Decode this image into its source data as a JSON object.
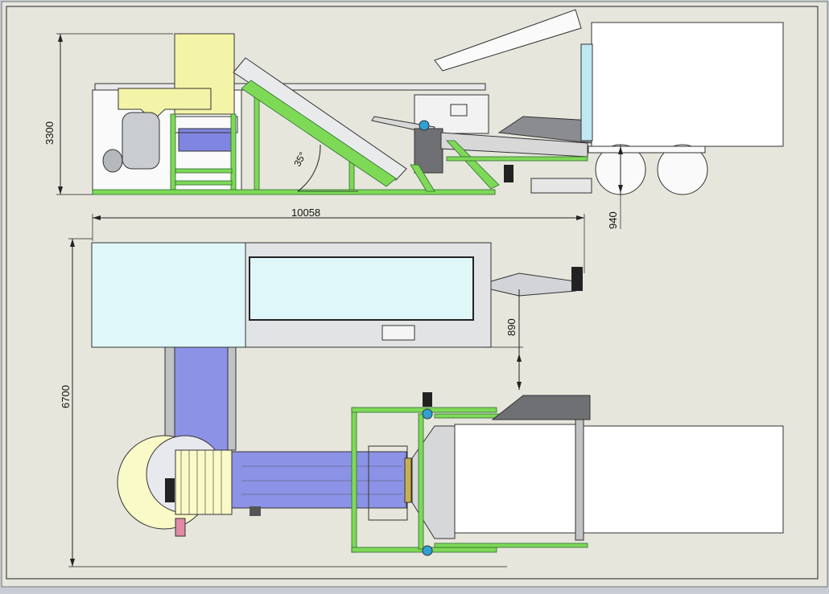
{
  "drawing": {
    "dimensions": {
      "height_side": "3300",
      "angle": "35°",
      "length_total": "10058",
      "wheel_height": "940",
      "gap_plan": "890",
      "width_plan": "6700"
    }
  },
  "colors": {
    "paper": "#e6e6dd",
    "frame_green": "#7ed957",
    "frame_dark": "#2c6b2c",
    "hopper_yellow": "#f4f4a8",
    "tank_cyan": "#dff7f9",
    "belt_blue": "#8c92e6",
    "trailer_white": "#ffffff",
    "steel_grey": "#c0c2c4",
    "dark_grey": "#6e7073",
    "pale_yellow": "#fafac8"
  }
}
